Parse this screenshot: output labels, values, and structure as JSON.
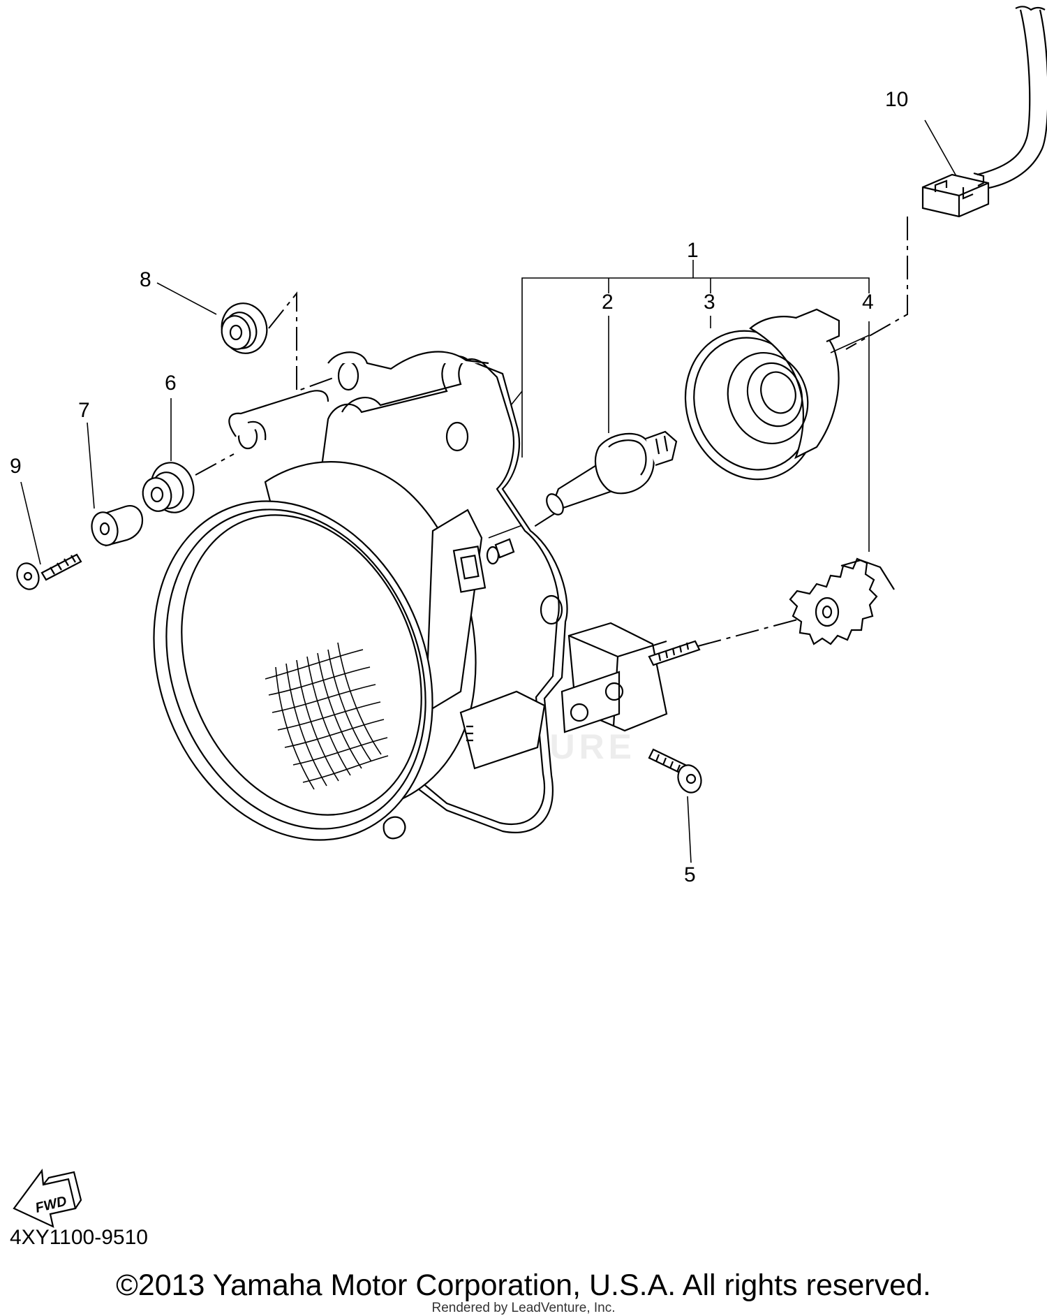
{
  "diagram": {
    "callouts": [
      {
        "id": "1",
        "label": "1"
      },
      {
        "id": "2",
        "label": "2"
      },
      {
        "id": "3",
        "label": "3"
      },
      {
        "id": "4",
        "label": "4"
      },
      {
        "id": "5",
        "label": "5"
      },
      {
        "id": "6",
        "label": "6"
      },
      {
        "id": "7",
        "label": "7"
      },
      {
        "id": "8",
        "label": "8"
      },
      {
        "id": "9",
        "label": "9"
      },
      {
        "id": "10",
        "label": "10"
      }
    ],
    "fwd_label": "FWD",
    "diagram_code": "4XY1100-9510",
    "copyright": "©2013 Yamaha Motor Corporation, U.S.A. All rights reserved.",
    "rendered_by": "Rendered by LeadVenture, Inc.",
    "watermark": "LEADVENTURE"
  }
}
